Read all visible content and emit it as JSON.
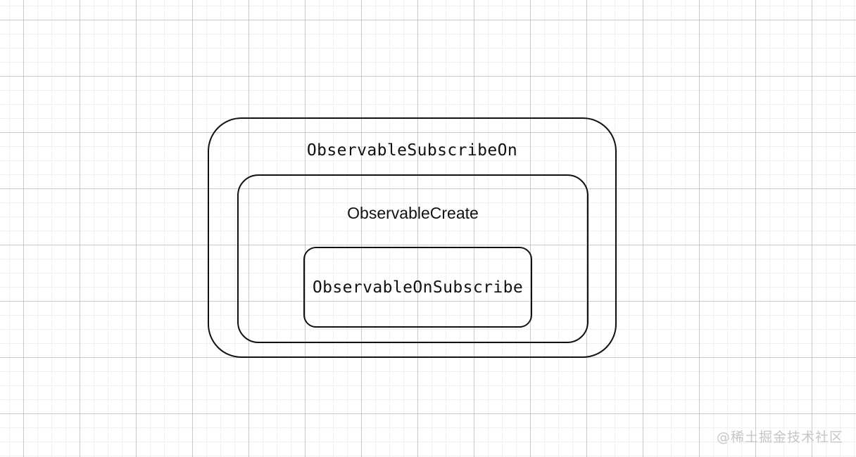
{
  "diagram": {
    "outer_box": {
      "label": "ObservableSubscribeOn"
    },
    "middle_box": {
      "label": "ObservableCreate"
    },
    "inner_box": {
      "label": "ObservableOnSubscribe"
    }
  },
  "watermark": {
    "text": "@稀土掘金技术社区"
  },
  "colors": {
    "background": "#ffffff",
    "line": "#111111",
    "grid_major": "#c9c9c9",
    "grid_minor": "#f2efef",
    "watermark": "#c6c6c6"
  }
}
